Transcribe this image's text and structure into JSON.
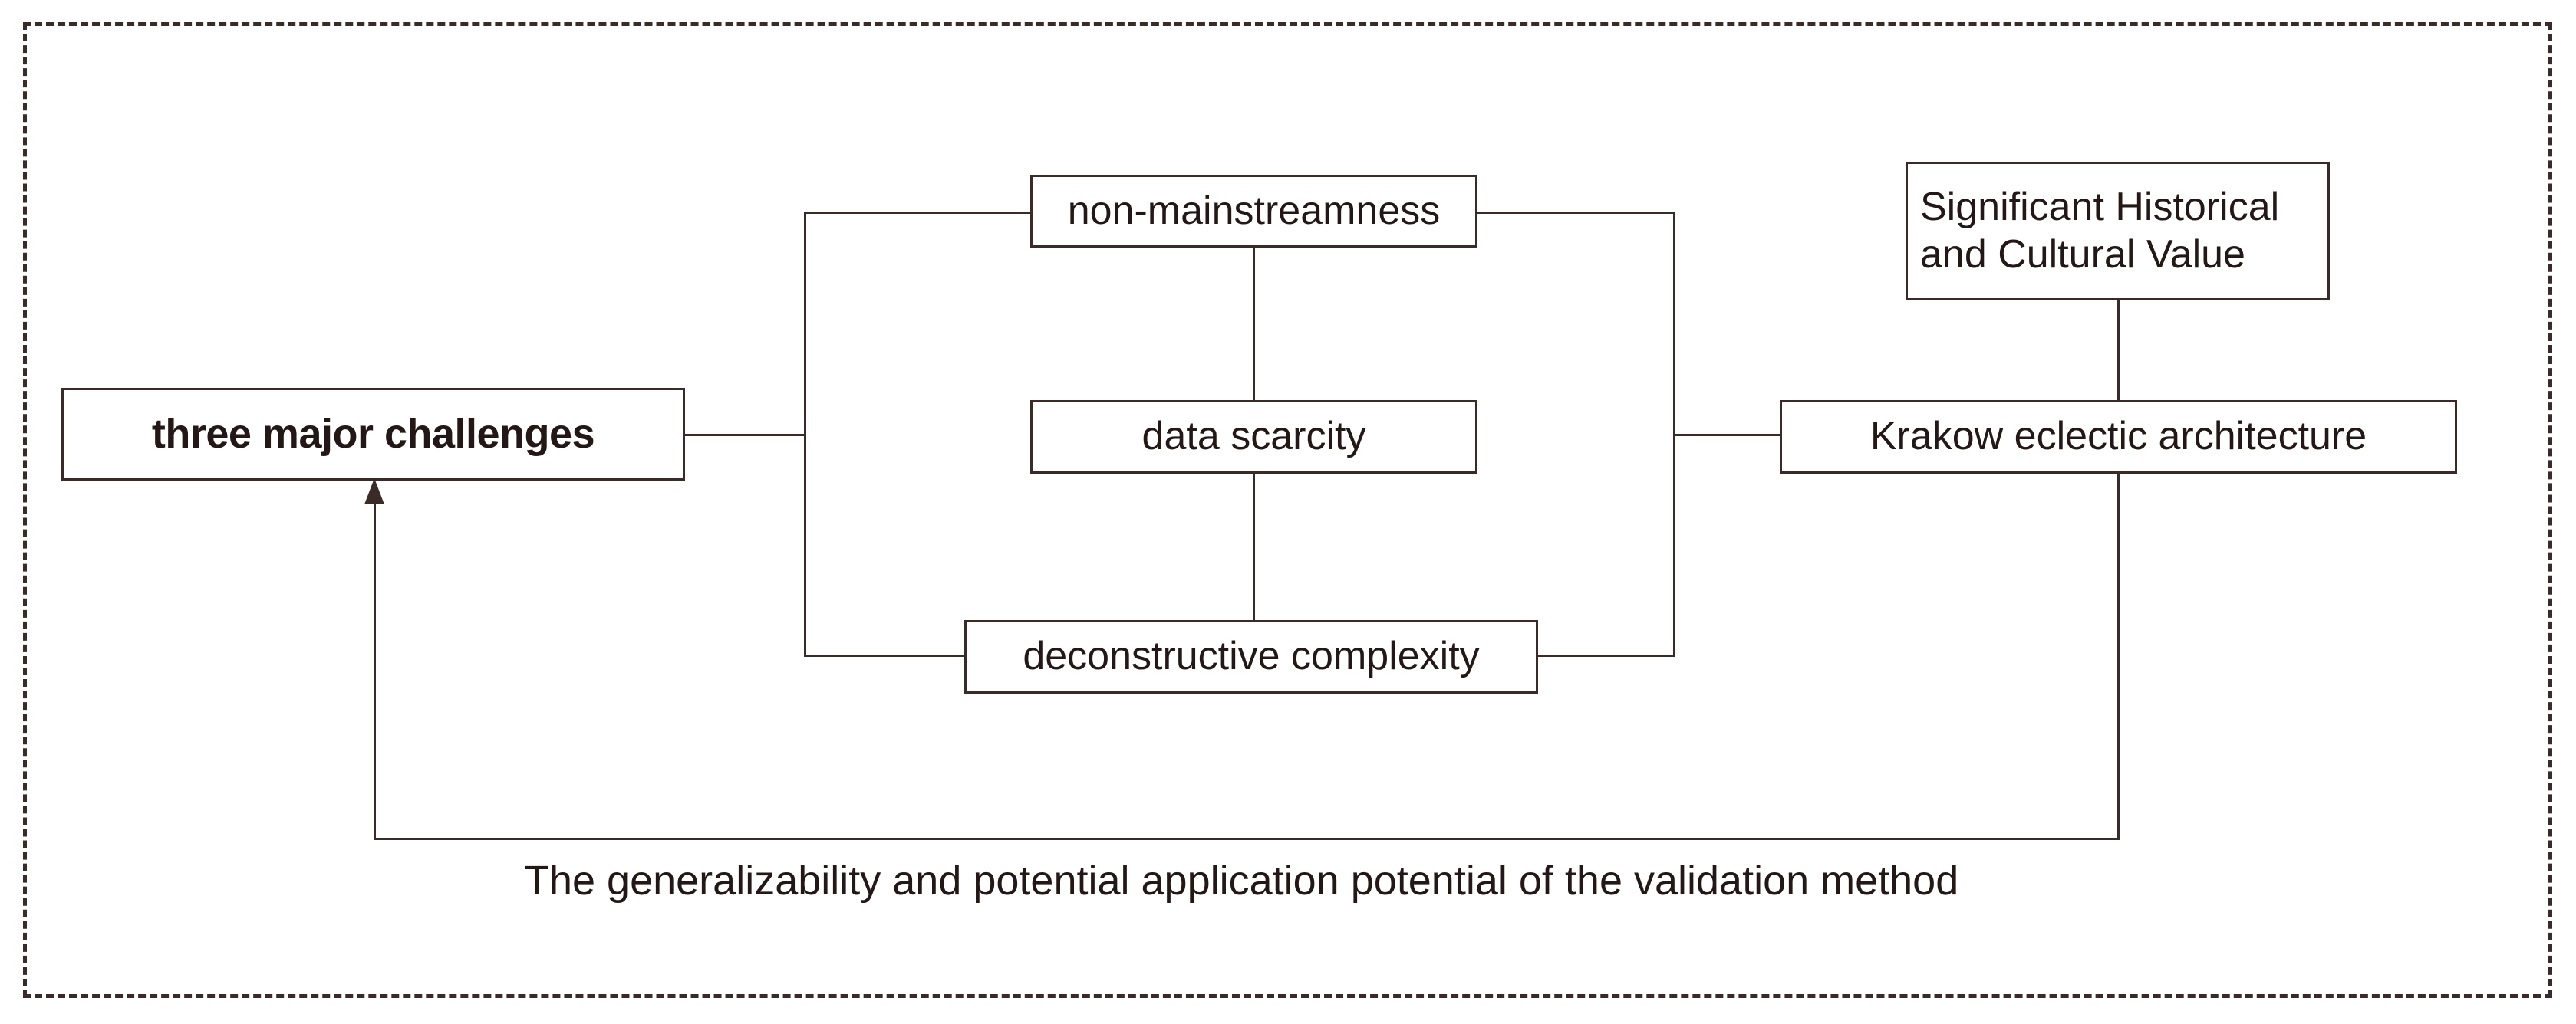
{
  "diagram": {
    "frame": {
      "style": "dashed-border"
    },
    "nodes": {
      "challenges": {
        "label": "three major challenges"
      },
      "non_mainstreamness": {
        "label": "non-mainstreamness"
      },
      "data_scarcity": {
        "label": "data scarcity"
      },
      "deconstructive_complexity": {
        "label": "deconstructive complexity"
      },
      "significant_value": {
        "label": "Significant Historical\nand Cultural Value"
      },
      "krakow": {
        "label": "Krakow eclectic architecture"
      }
    },
    "caption": "The generalizability and potential application potential of the validation method",
    "colors": {
      "stroke": "#3b2b28",
      "text": "#231815",
      "background": "#ffffff"
    },
    "edges": [
      {
        "from": "challenges",
        "to": "non_mainstreamness",
        "type": "orthogonal"
      },
      {
        "from": "challenges",
        "to": "data_scarcity",
        "type": "orthogonal"
      },
      {
        "from": "challenges",
        "to": "deconstructive_complexity",
        "type": "orthogonal"
      },
      {
        "from": "non_mainstreamness",
        "to": "krakow",
        "type": "orthogonal"
      },
      {
        "from": "deconstructive_complexity",
        "to": "krakow",
        "type": "orthogonal"
      },
      {
        "from": "significant_value",
        "to": "krakow",
        "type": "vertical"
      },
      {
        "from": "krakow",
        "to": "challenges",
        "type": "feedback-arrow"
      }
    ]
  }
}
